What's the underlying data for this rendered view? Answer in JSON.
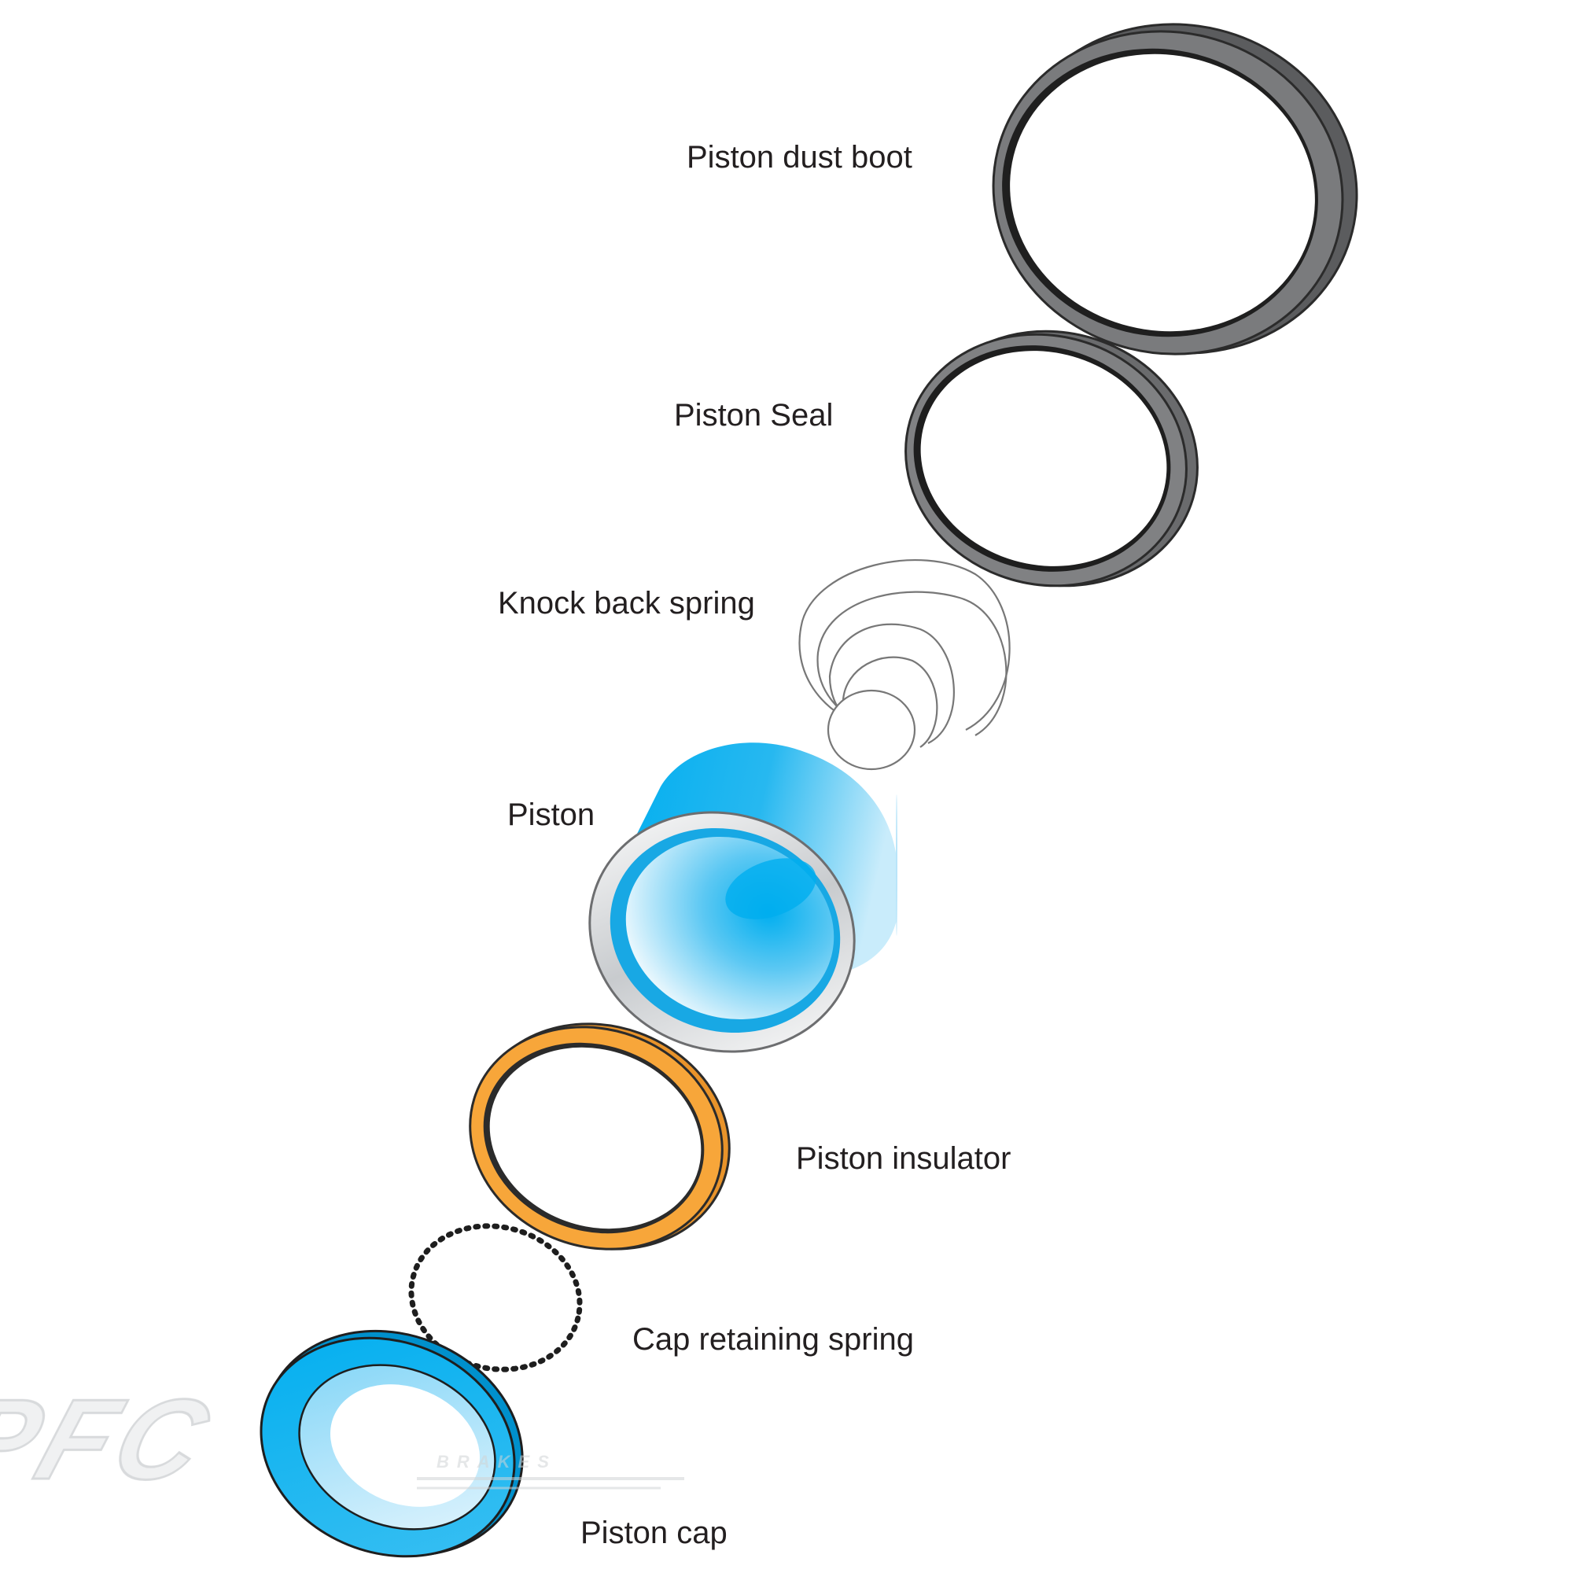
{
  "labels": {
    "dust_boot": "Piston dust boot",
    "seal": "Piston Seal",
    "knock_back_spring": "Knock back spring",
    "piston": "Piston",
    "insulator": "Piston insulator",
    "cap_retaining_spring": "Cap retaining spring",
    "cap": "Piston cap"
  },
  "logo": {
    "text": "PFC",
    "subtext": "BRAKES"
  },
  "colors": {
    "rubber_dark": "#3a3a3a",
    "rubber_mid": "#6d6e70",
    "rubber_light": "#8a8b8d",
    "piston_blue": "#00aeef",
    "piston_light": "#bfe8fb",
    "insulator_orange": "#f7a63a",
    "text": "#231f20"
  }
}
